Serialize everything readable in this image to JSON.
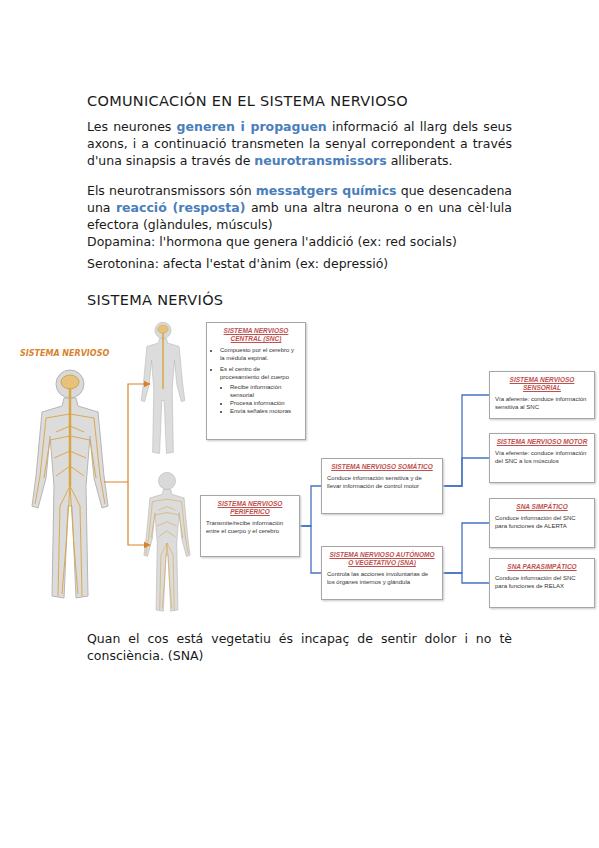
{
  "diagram": {
    "title": "COMUNICACIÓN EN EL SISTEMA NERVIOSO",
    "nodes": [
      {
        "text": [
          "SISTEMA NERVIOSO CENTRAL (SNC)",
          "Compuesto por el cerebro y la médula espinal.",
          "Es el centro de procesamiento del cuerpo",
          "Recibe información sensorial",
          "Procesa información",
          "Envía señales motoras"
        ]
      },
      {
        "text": [
          "SISTEMA NERVIOSO PERIFÉRICO",
          "Transmite/recibe información entre el cuerpo y el cerebro"
        ]
      },
      {
        "text": [
          "SISTEMA NERVIOSO SOMÁTICO",
          "Conduce información sensitiva y de llevar información de control motor"
        ]
      },
      {
        "text": [
          "SISTEMA NERVIOSO AUTÓNOMO O VEGETATIVO (SNA)",
          "Controla las acciones involuntarias de los órganes internos y glándula"
        ]
      },
      {
        "text": [
          "SISTEMA NERVIOSO SENSORIAL",
          "Vía aferente: conduce información sensitiva al SNC"
        ]
      },
      {
        "text": [
          "SISTEMA NERVIOSO MOTOR",
          "Vía eferente: conduce información del SNC a los músculos"
        ]
      },
      {
        "text": [
          "SNA SIMPÁTICO",
          "Conduce información del SNC para funciones de ALERTA"
        ]
      },
      {
        "text": [
          "SNA PARASIMPÁTICO",
          "Conduce información del SNC para funciones de RELAX"
        ]
      }
    ],
    "edges": [
      {
        "from": 1,
        "to": 2,
        "arrow": "none"
      },
      {
        "from": 1,
        "to": 3,
        "arrow": "none"
      },
      {
        "from": 2,
        "to": 4,
        "arrow": "none"
      },
      {
        "from": 2,
        "to": 5,
        "arrow": "none"
      },
      {
        "from": 3,
        "to": 6,
        "arrow": "none"
      },
      {
        "from": 3,
        "to": 7,
        "arrow": "none"
      }
    ],
    "labels": [
      "Les neurones",
      "generen i propaguen",
      "informació al llarg dels seus axons, i a continuació transmeten la senyal correpondent a través d'una sinapsis a través de",
      "neurotransmissors",
      "alliberats.",
      "Els neurotransmissors són",
      "messatgers químics",
      "que desencadena una",
      "reacció (resposta)",
      "amb una altra neurona o en una cèl·lula efectora (glàndules, músculs)",
      "Dopamina: l'hormona que genera l'addició (ex: red socials)",
      "Serotonina: afecta l'estat d'ànim (ex: depressió)",
      "SISTEMA NERVIÓS",
      "SISTEMA NERVIOSO",
      "Quan el cos está vegetatiu és incapaç de sentir dolor i no tè consciència. (SNA)"
    ]
  }
}
